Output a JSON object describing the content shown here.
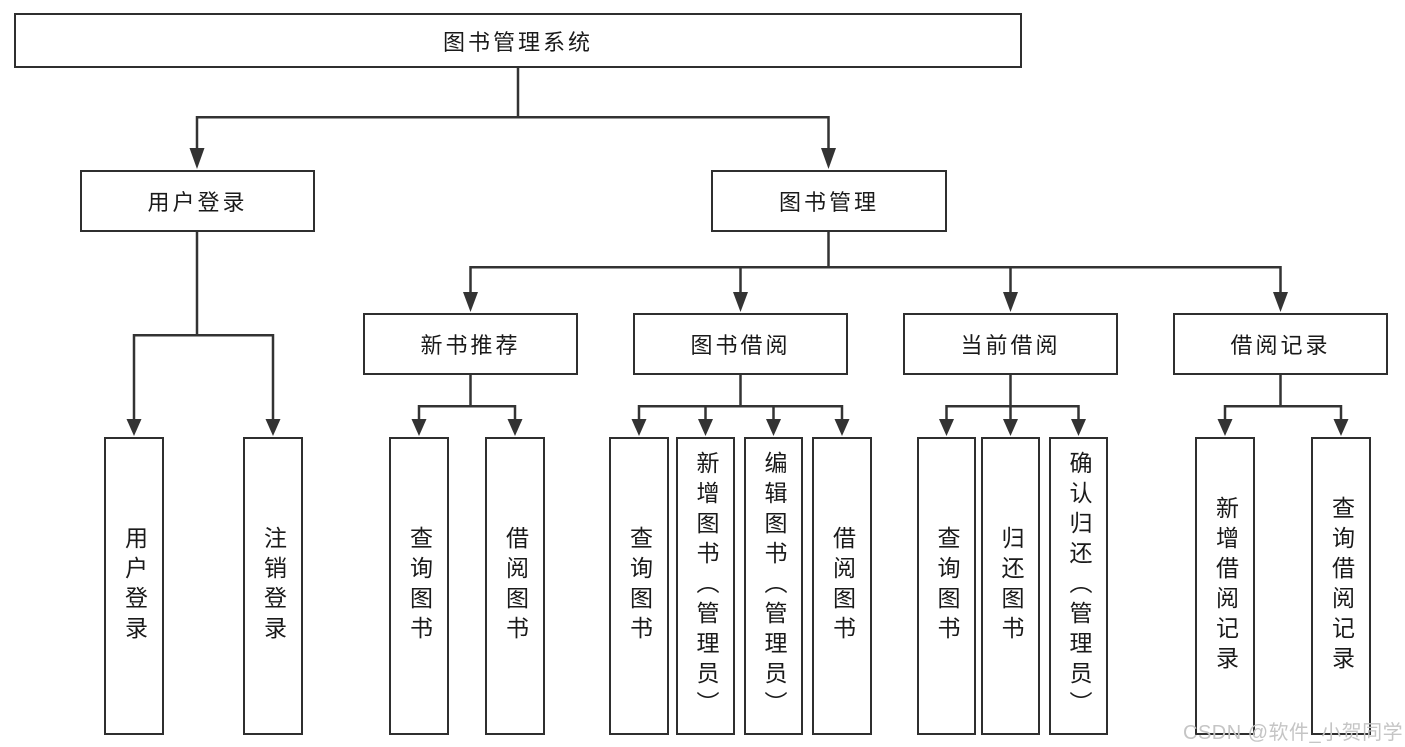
{
  "diagram": {
    "type": "hierarchy-diagram",
    "root": {
      "label": "图书管理系统"
    },
    "user_login": {
      "label": "用户登录",
      "children": [
        {
          "label": "用户登录"
        },
        {
          "label": "注销登录"
        }
      ]
    },
    "book_management": {
      "label": "图书管理",
      "children": [
        {
          "label": "新书推荐",
          "children": [
            {
              "label": "查询图书"
            },
            {
              "label": "借阅图书"
            }
          ]
        },
        {
          "label": "图书借阅",
          "children": [
            {
              "label": "查询图书"
            },
            {
              "label": "新增图书（管理员）"
            },
            {
              "label": "编辑图书（管理员）"
            },
            {
              "label": "借阅图书"
            }
          ]
        },
        {
          "label": "当前借阅",
          "children": [
            {
              "label": "查询图书"
            },
            {
              "label": "归还图书"
            },
            {
              "label": "确认归还（管理员）"
            }
          ]
        },
        {
          "label": "借阅记录",
          "children": [
            {
              "label": "新增借阅记录"
            },
            {
              "label": "查询借阅记录"
            }
          ]
        }
      ]
    },
    "watermark": "CSDN @软件_小贺同学",
    "colors": {
      "line": "#333333",
      "box_border": "#2f2f2f",
      "box_fill": "#ffffff",
      "text": "#1a1a1a",
      "watermark": "#c5c5c5",
      "background": "#ffffff"
    }
  }
}
